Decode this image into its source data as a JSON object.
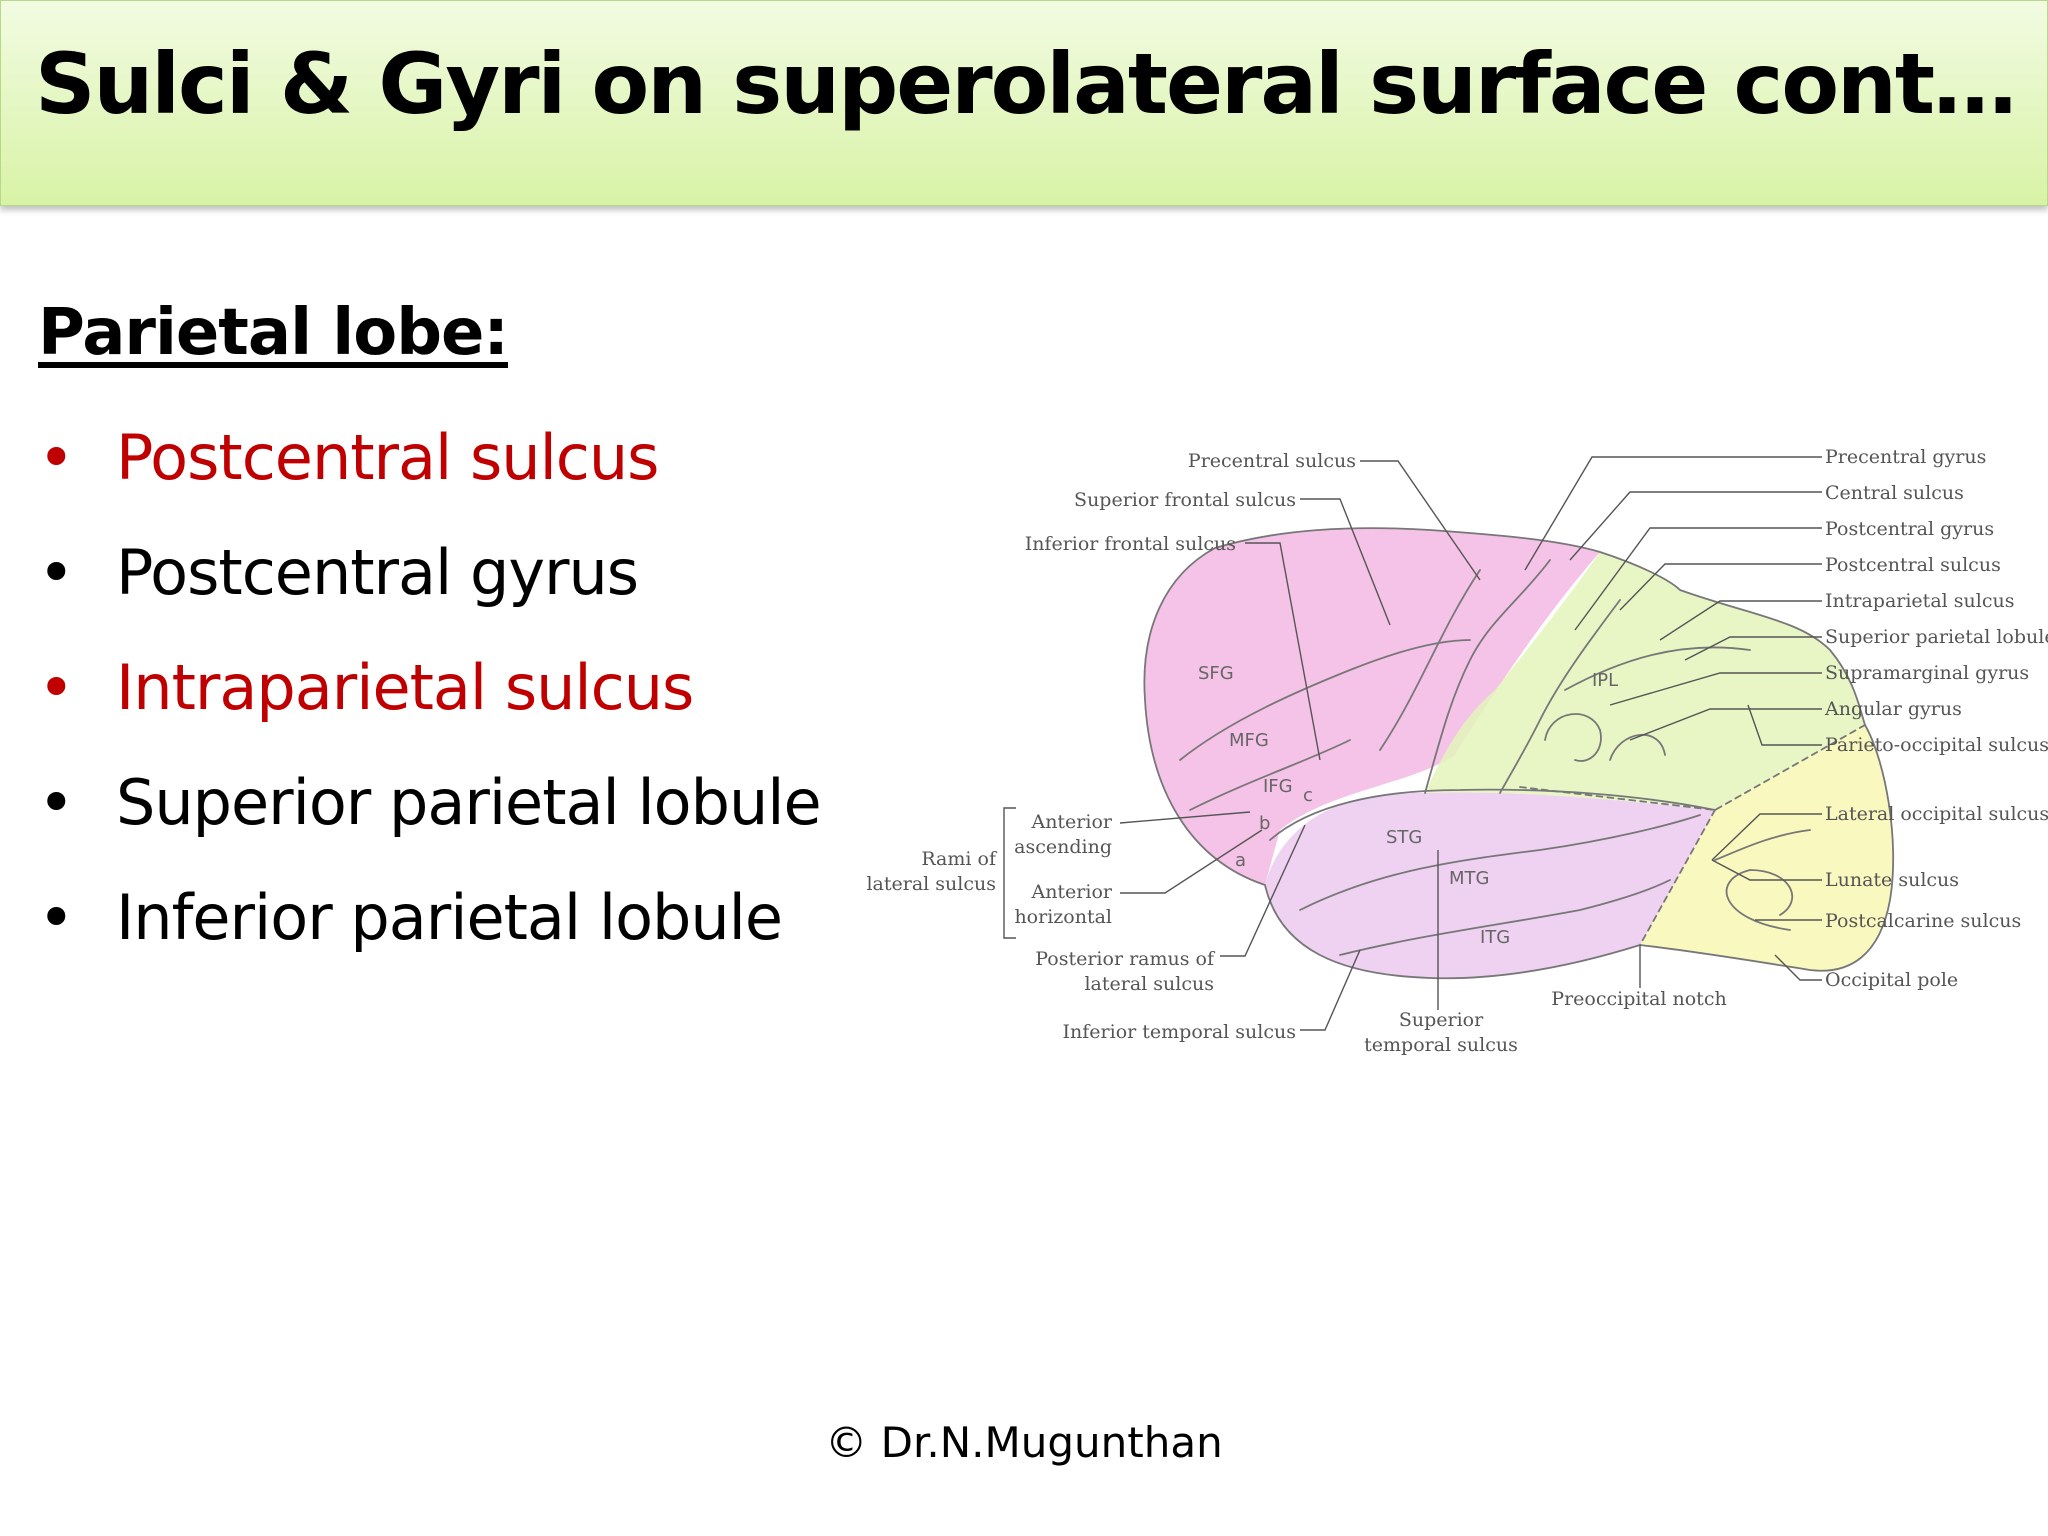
{
  "title": "Sulci & Gyri  on superolateral surface cont…",
  "section": {
    "heading": "Parietal lobe:",
    "items": [
      {
        "label": "Postcentral sulcus",
        "color": "#c00000"
      },
      {
        "label": "Postcentral gyrus",
        "color": "#000000"
      },
      {
        "label": "Intraparietal sulcus",
        "color": "#c00000"
      },
      {
        "label": "Superior parietal lobule",
        "color": "#000000"
      },
      {
        "label": "Inferior parietal lobule",
        "color": "#000000"
      }
    ]
  },
  "diagram": {
    "left_labels": {
      "precentral_sulcus": "Precentral sulcus",
      "superior_frontal_sulcus": "Superior frontal sulcus",
      "inferior_frontal_sulcus": "Inferior frontal sulcus",
      "rami_of_lateral_sulcus": [
        "Rami of",
        "lateral sulcus"
      ],
      "anterior_ascending": [
        "Anterior",
        "ascending"
      ],
      "anterior_horizontal": [
        "Anterior",
        "horizontal"
      ],
      "posterior_ramus": [
        "Posterior ramus of",
        "lateral sulcus"
      ],
      "inferior_temporal_sulcus": "Inferior temporal sulcus",
      "superior_temporal_sulcus": [
        "Superior",
        "temporal sulcus"
      ],
      "preoccipital_notch": "Preoccipital notch"
    },
    "right_labels": [
      "Precentral gyrus",
      "Central sulcus",
      "Postcentral gyrus",
      "Postcentral sulcus",
      "Intraparietal sulcus",
      "Superior parietal lobule",
      "Supramarginal gyrus",
      "Angular gyrus",
      "Parieto-occipital sulcus",
      "Lateral occipital sulcus",
      "Lunate sulcus",
      "Postcalcarine sulcus",
      "Occipital pole"
    ],
    "regions": {
      "sfg": "SFG",
      "mfg": "MFG",
      "ifg": "IFG",
      "stg": "STG",
      "mtg": "MTG",
      "itg": "ITG",
      "ipl": "IPL",
      "a": "a",
      "b": "b",
      "c": "c"
    },
    "colors": {
      "frontal": "#f3b9e3",
      "parietal": "#e4f5bb",
      "temporal": "#ecc9ee",
      "occipital": "#f8f7b4"
    }
  },
  "copyright": "© Dr.N.Mugunthan"
}
